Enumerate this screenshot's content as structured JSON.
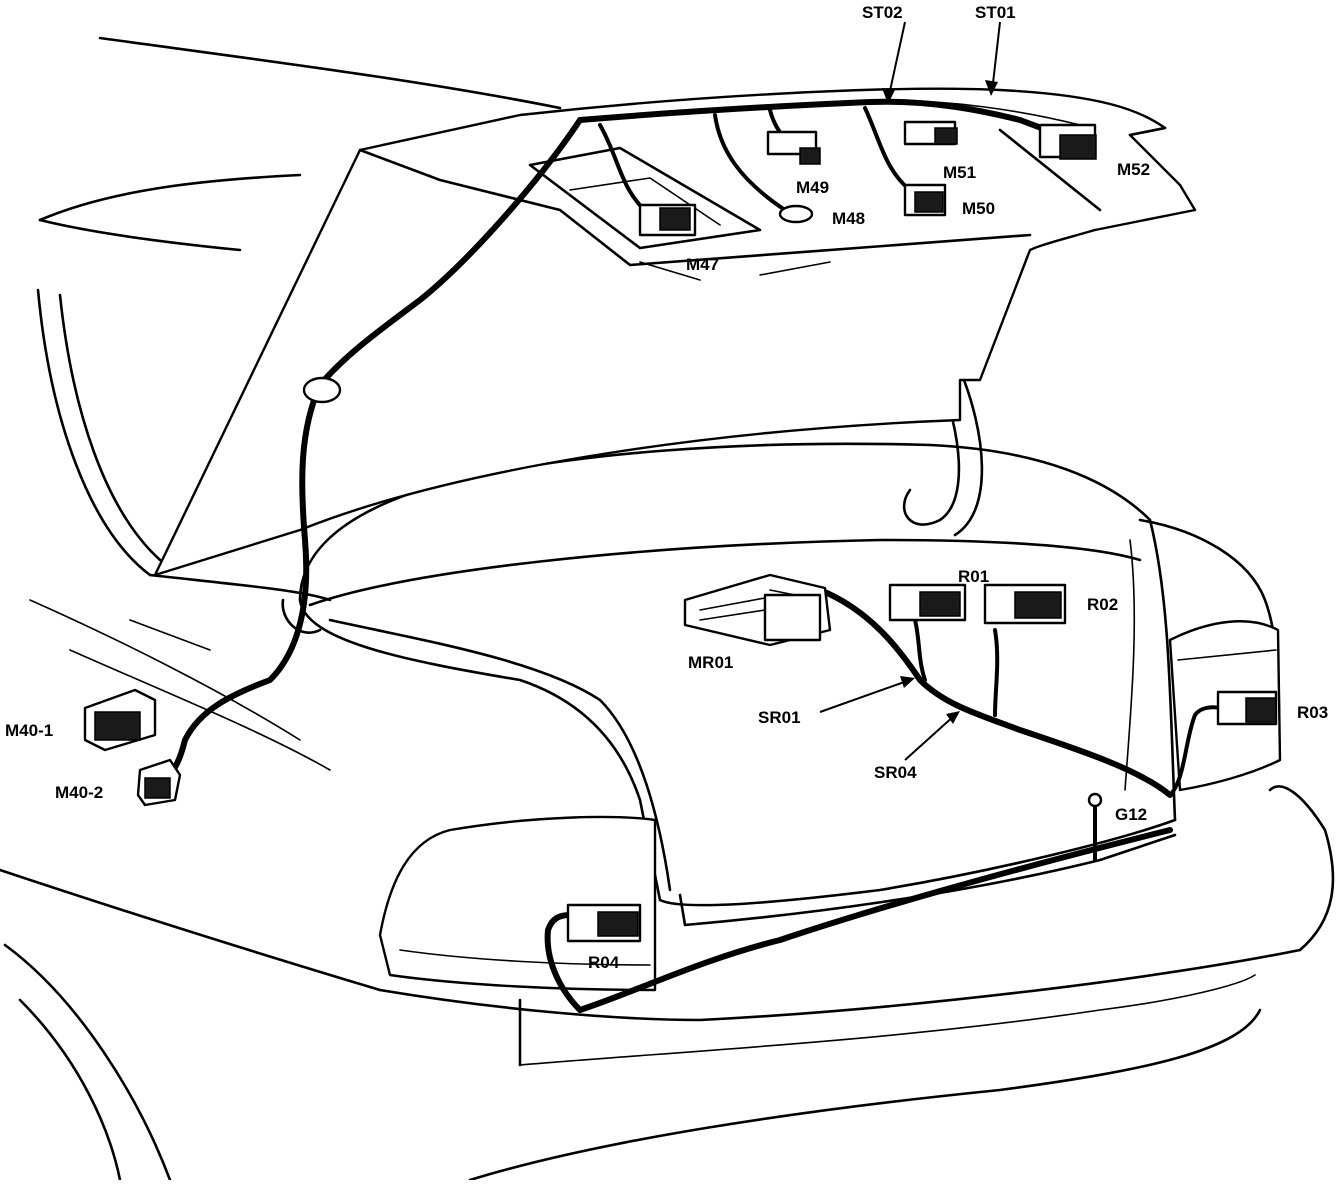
{
  "colors": {
    "line": "#000000",
    "background": "#ffffff"
  },
  "labels": {
    "st02": "ST02",
    "st01": "ST01",
    "m49": "M49",
    "m51": "M51",
    "m52": "M52",
    "m48": "M48",
    "m50": "M50",
    "m47": "M47",
    "r01": "R01",
    "r02": "R02",
    "mr01": "MR01",
    "sr01": "SR01",
    "sr04": "SR04",
    "r03": "R03",
    "m40_1": "M40-1",
    "m40_2": "M40-2",
    "g12": "G12",
    "r04": "R04"
  }
}
